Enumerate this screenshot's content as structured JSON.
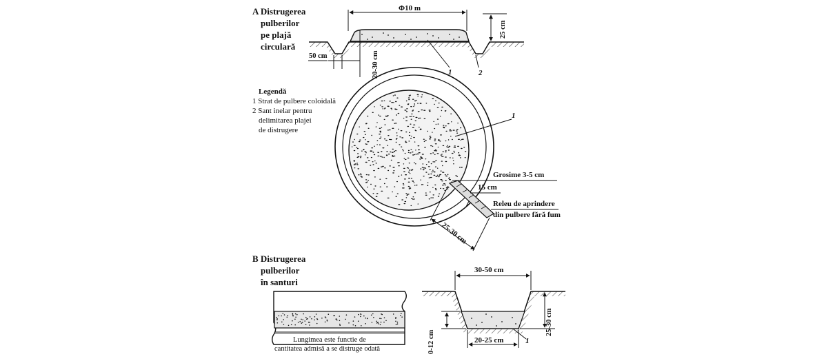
{
  "section_a": {
    "title_lines": [
      "A Distrugerea",
      "pulberilor",
      "pe plajă",
      "circulară"
    ],
    "dim_diameter": "Φ10 m",
    "dim_depth": "25 cm",
    "dim_width": "50 cm",
    "dim_thickness": "20-30 cm",
    "marker_1": "1",
    "marker_2": "2"
  },
  "legend": {
    "title": "Legendă",
    "items": [
      "1 Strat de pulbere coloidală",
      "2 Sant inelar pentru",
      "delimitarea plajei",
      "de distrugere"
    ]
  },
  "plan_view": {
    "marker_1": "1",
    "thickness": "Grosime 3-5 cm",
    "width": "15 cm",
    "relay_lines": [
      "Releu de aprindere",
      "din pulbere fără fum"
    ],
    "length": "25-30 cm"
  },
  "section_b": {
    "title_lines": [
      "B Distrugerea",
      "pulberilor",
      "în santuri"
    ],
    "note_lines": [
      "Lungimea este functie de",
      "cantitatea admisă a se distruge odată"
    ],
    "top_width": "30-50 cm",
    "depth": "25-30 cm",
    "bottom_width": "20-25 cm",
    "layer": "0-12 cm",
    "marker_1": "1"
  }
}
